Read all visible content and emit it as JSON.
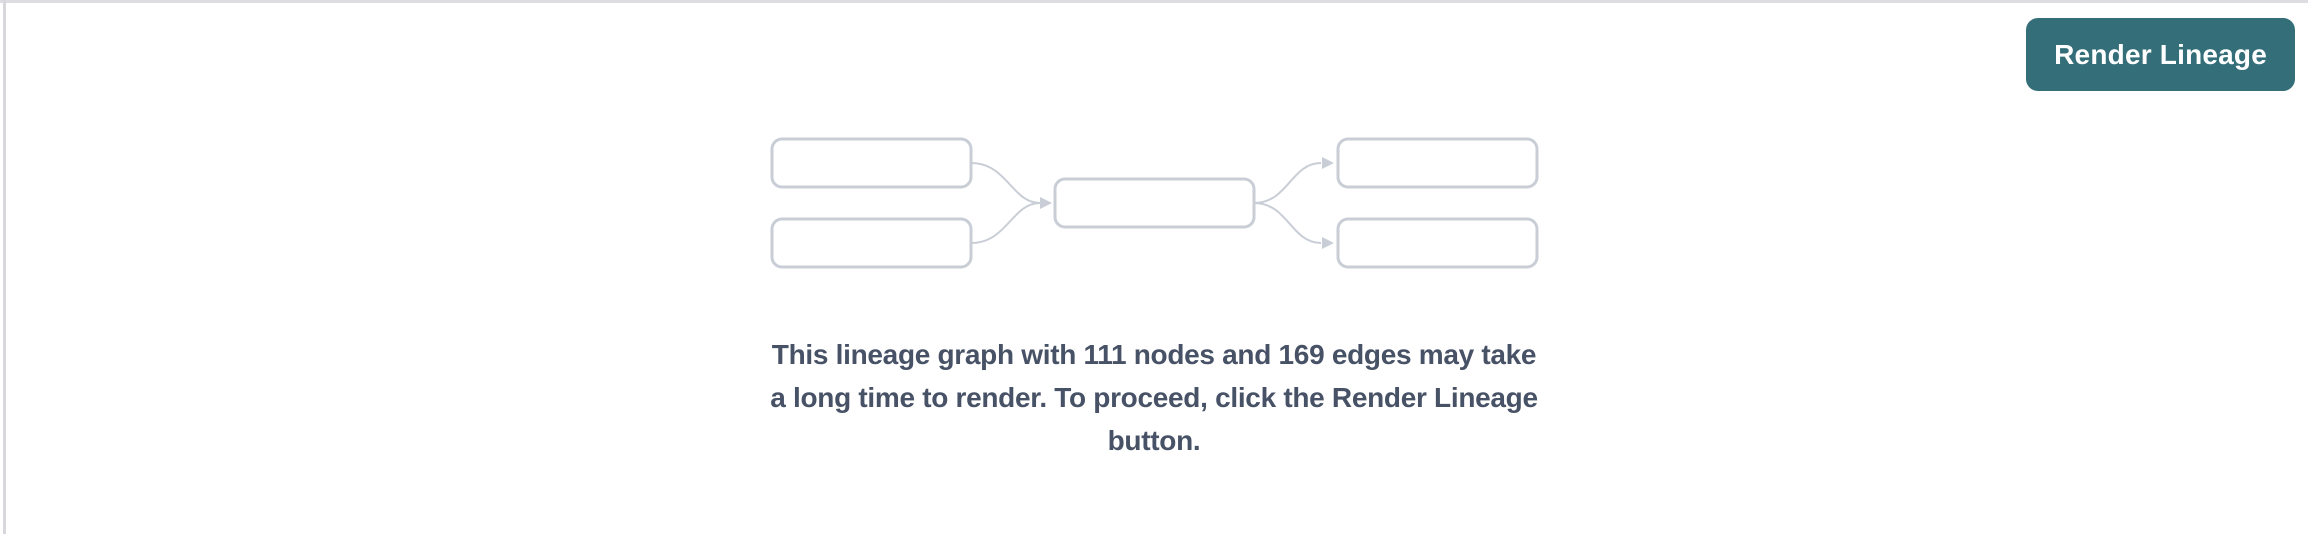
{
  "toolbar": {
    "render_button_label": "Render Lineage",
    "button_color": "#346e78",
    "button_text_color": "#ffffff"
  },
  "placeholder": {
    "message": "This lineage graph with 111 nodes and 169 edges may take a long time to render. To proceed, click the Render Lineage button.",
    "message_lines": [
      "This lineage graph with 111 nodes and 169 edges may take",
      "a long time to render. To proceed, click the Render Lineage",
      "button."
    ],
    "node_count": "111",
    "edge_count": "169",
    "text_color": "#475266",
    "diagram": {
      "stroke_color": "#c9ced6"
    }
  },
  "panel": {
    "top_border_color": "#dedee2",
    "left_border_color": "#d8d8dc",
    "background": "#ffffff"
  }
}
